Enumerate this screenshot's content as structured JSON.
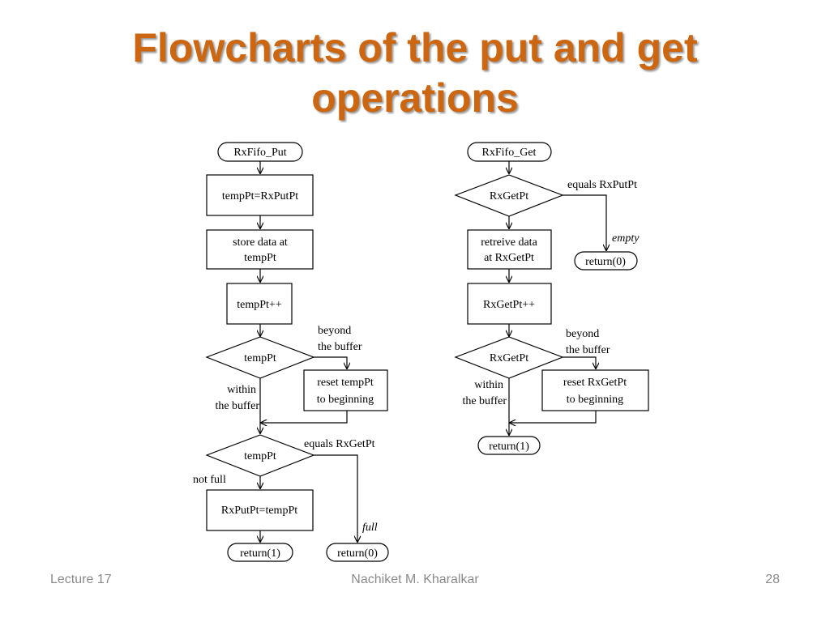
{
  "slide": {
    "title_line1": "Flowcharts of the put and get",
    "title_line2": "operations"
  },
  "put_flow": {
    "start": "RxFifo_Put",
    "assign_temp": "tempPt=RxPutPt",
    "store_line1": "store data at",
    "store_line2": "tempPt",
    "increment": "tempPt++",
    "decision1": "tempPt",
    "beyond_line1": "beyond",
    "beyond_line2": "the buffer",
    "reset_line1": "reset tempPt",
    "reset_line2": "to beginning",
    "within_line1": "within",
    "within_line2": "the buffer",
    "decision2": "tempPt",
    "equals_label": "equals RxGetPt",
    "not_full_label": "not full",
    "assign_put": "RxPutPt=tempPt",
    "full_label": "full",
    "return_one": "return(1)",
    "return_zero": "return(0)"
  },
  "get_flow": {
    "start": "RxFifo_Get",
    "decision1": "RxGetPt",
    "equals_label": "equals RxPutPt",
    "empty_label": "empty",
    "return_zero": "return(0)",
    "retrieve_line1": "retreive data",
    "retrieve_line2": "at RxGetPt",
    "increment": "RxGetPt++",
    "decision2": "RxGetPt",
    "beyond_line1": "beyond",
    "beyond_line2": "the buffer",
    "reset_line1": "reset RxGetPt",
    "reset_line2": "to beginning",
    "within_line1": "within",
    "within_line2": "the buffer",
    "return_one": "return(1)"
  },
  "footer": {
    "left": "Lecture 17",
    "center": "Nachiket M. Kharalkar",
    "right": "28"
  }
}
